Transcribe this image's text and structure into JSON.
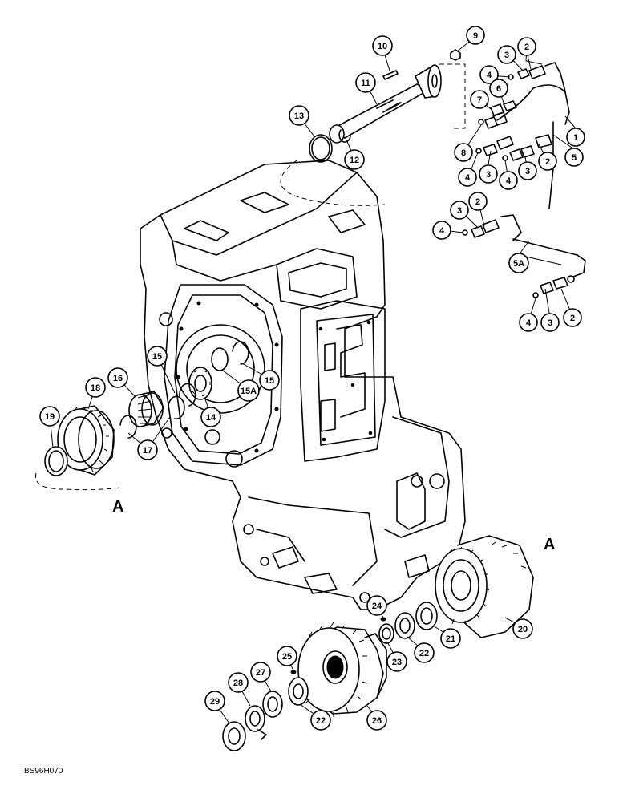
{
  "drawing": {
    "code": "BS96H070",
    "view_labels": [
      "A",
      "A"
    ]
  },
  "callouts": [
    {
      "id": "c1",
      "text": "1"
    },
    {
      "id": "c2a",
      "text": "2"
    },
    {
      "id": "c2b",
      "text": "2"
    },
    {
      "id": "c2c",
      "text": "2"
    },
    {
      "id": "c2d",
      "text": "2"
    },
    {
      "id": "c3a",
      "text": "3"
    },
    {
      "id": "c3b",
      "text": "3"
    },
    {
      "id": "c3c",
      "text": "3"
    },
    {
      "id": "c3d",
      "text": "3"
    },
    {
      "id": "c3e",
      "text": "3"
    },
    {
      "id": "c4a",
      "text": "4"
    },
    {
      "id": "c4b",
      "text": "4"
    },
    {
      "id": "c4c",
      "text": "4"
    },
    {
      "id": "c4d",
      "text": "4"
    },
    {
      "id": "c4e",
      "text": "4"
    },
    {
      "id": "c5",
      "text": "5"
    },
    {
      "id": "c5a",
      "text": "5A"
    },
    {
      "id": "c6",
      "text": "6"
    },
    {
      "id": "c7",
      "text": "7"
    },
    {
      "id": "c8",
      "text": "8"
    },
    {
      "id": "c9",
      "text": "9"
    },
    {
      "id": "c10",
      "text": "10"
    },
    {
      "id": "c11",
      "text": "11"
    },
    {
      "id": "c12",
      "text": "12"
    },
    {
      "id": "c13",
      "text": "13"
    },
    {
      "id": "c14",
      "text": "14"
    },
    {
      "id": "c15a",
      "text": "15"
    },
    {
      "id": "c15b",
      "text": "15"
    },
    {
      "id": "c15c",
      "text": "15A"
    },
    {
      "id": "c16",
      "text": "16"
    },
    {
      "id": "c17",
      "text": "17"
    },
    {
      "id": "c18",
      "text": "18"
    },
    {
      "id": "c19",
      "text": "19"
    },
    {
      "id": "c20",
      "text": "20"
    },
    {
      "id": "c21",
      "text": "21"
    },
    {
      "id": "c22a",
      "text": "22"
    },
    {
      "id": "c22b",
      "text": "22"
    },
    {
      "id": "c23",
      "text": "23"
    },
    {
      "id": "c24",
      "text": "24"
    },
    {
      "id": "c25",
      "text": "25"
    },
    {
      "id": "c26",
      "text": "26"
    },
    {
      "id": "c27",
      "text": "27"
    },
    {
      "id": "c28",
      "text": "28"
    },
    {
      "id": "c29",
      "text": "29"
    }
  ]
}
